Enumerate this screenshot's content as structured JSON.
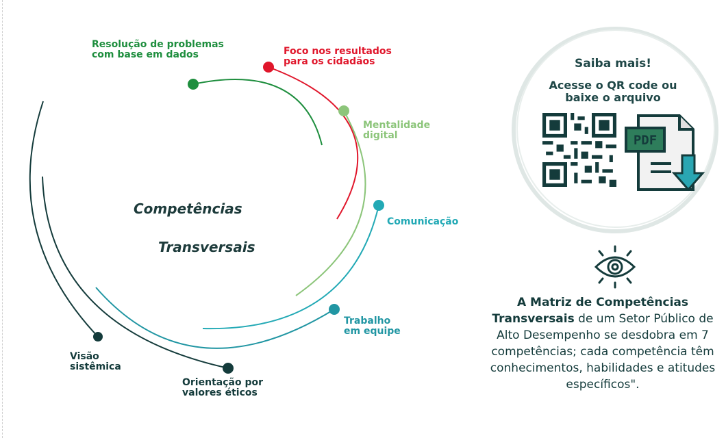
{
  "diagram": {
    "title_line1": "Competências",
    "title_line2": "Transversais",
    "competencias": [
      {
        "label": "Resolução de problemas\ncom base em dados",
        "color": "#1e8e3e"
      },
      {
        "label": "Foco nos resultados\npara os cidadãos",
        "color": "#e0162b"
      },
      {
        "label": "Mentalidade\ndigital",
        "color": "#8cc57a"
      },
      {
        "label": "Comunicação",
        "color": "#22a9b5"
      },
      {
        "label": "Trabalho\nem equipe",
        "color": "#2196a3"
      },
      {
        "label": "Orientação por\nvalores éticos",
        "color": "#143b3b"
      },
      {
        "label": "Visão\nsistêmica",
        "color": "#143b3b"
      }
    ]
  },
  "info": {
    "saiba_mais": "Saiba mais!",
    "acesse": "Acesse o QR code ou\nbaixe o arquivo",
    "pdf_label": "PDF",
    "matriz_bold_1": "A Matriz de Competências",
    "matriz_bold_2": "Transversais",
    "matriz_rest": " de um Setor Público de Alto Desempenho  se desdobra em 7 competências; cada competência têm conhecimentos, habilidades e atitudes específicos\"."
  },
  "colors": {
    "dark_teal": "#143b3b",
    "accent_teal": "#2aa6b2",
    "pdf_green": "#2e7d5b"
  },
  "icons": [
    "qr-code-icon",
    "pdf-download-icon",
    "eye-icon"
  ]
}
